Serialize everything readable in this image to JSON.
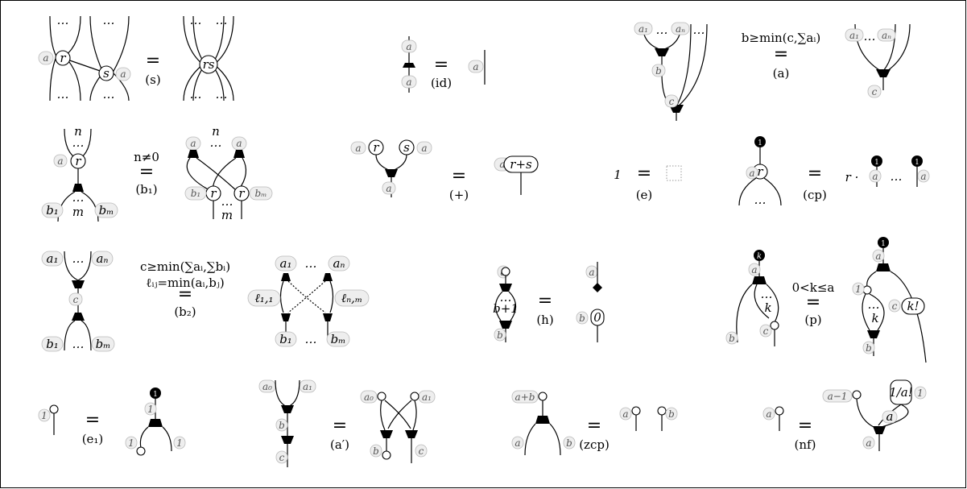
{
  "labels": {
    "r": "r",
    "s": "s",
    "rs": "rs",
    "a": "a",
    "b": "b",
    "c": "c",
    "a1": "a₁",
    "an": "aₙ",
    "a0": "a₀",
    "b1": "b₁",
    "bm": "bₘ",
    "n": "n",
    "m": "m",
    "k": "k",
    "kfact": "k!",
    "rps": "r+s",
    "bp1": "b+1",
    "zero": "0",
    "one": "1",
    "l11": "ℓ₁,₁",
    "lnm": "ℓₙ,ₘ",
    "aminus1": "a−1",
    "apb": "a+b",
    "invfact": "1/a!",
    "dots": "…",
    "one_big": "1"
  },
  "rules": {
    "s": "(s)",
    "id": "(id)",
    "a": "(a)",
    "b1": "(b₁)",
    "plus": "(+)",
    "e": "(e)",
    "cp": "(cp)",
    "b2": "(b₂)",
    "h": "(h)",
    "p": "(p)",
    "e1": "(e₁)",
    "aprime": "(a′)",
    "zcp": "(zcp)",
    "nf": "(nf)"
  },
  "conditions": {
    "a": "b≥min(c,∑aᵢ)",
    "b1": "n≠0",
    "b2_line1": "c≥min(∑aᵢ,∑bᵢ)",
    "b2_line2": "ℓᵢⱼ=min(aᵢ,bⱼ)",
    "p": "0<k≤a"
  },
  "rhs_text": {
    "cp_prefix": "r ·"
  },
  "equals_sign": "="
}
